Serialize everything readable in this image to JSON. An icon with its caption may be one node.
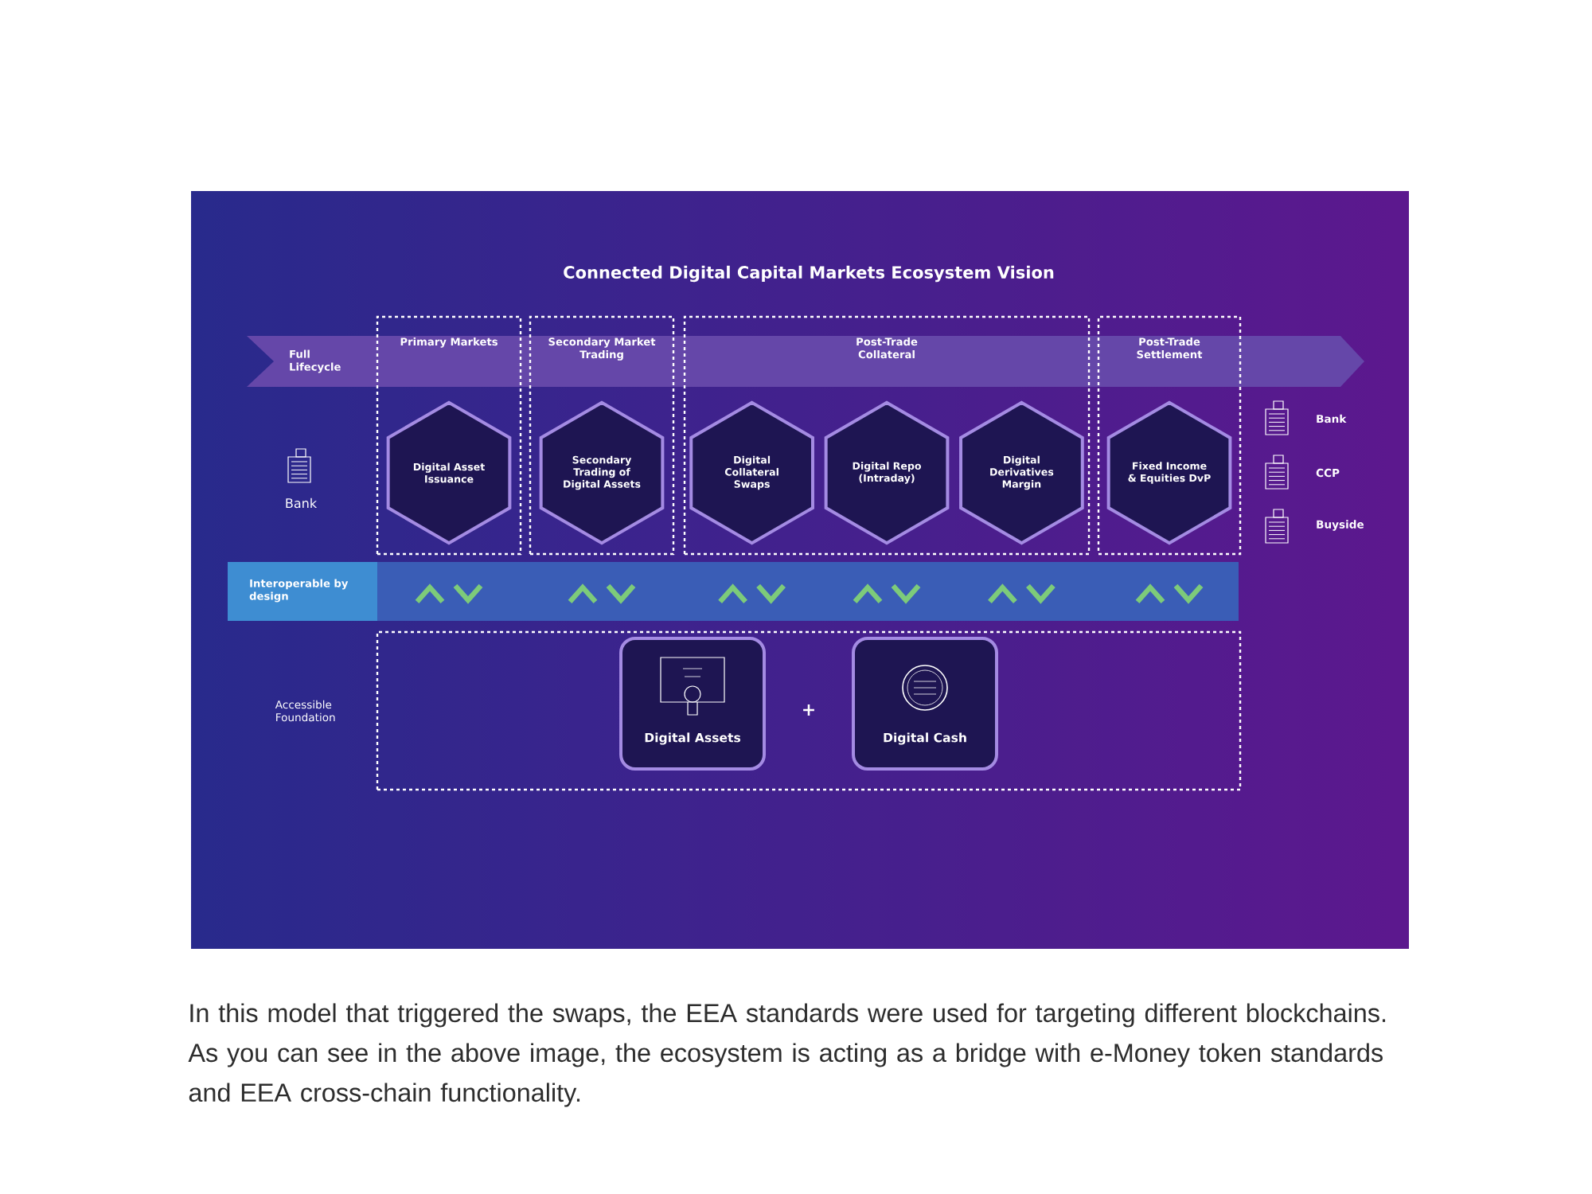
{
  "diagram": {
    "title": "Connected Digital Capital Markets Ecosystem Vision",
    "nodes": [
      {
        "text": [
          "Primary Markets"
        ]
      },
      {
        "text": [
          "Digital Asset Issuance"
        ],
        "in": 0
      },
      {
        "text": [
          "Secondary Market Trading"
        ]
      },
      {
        "text": [
          "Secondary Trading of Digital Assets"
        ],
        "in": 2
      },
      {
        "text": [
          "Post-Trade Collateral"
        ]
      },
      {
        "text": [
          "Digital Collateral Swaps"
        ],
        "in": 4
      },
      {
        "text": [
          "Digital Repo (Intraday)"
        ],
        "in": 4
      },
      {
        "text": [
          "Digital Derivatives Margin"
        ],
        "in": 4
      },
      {
        "text": [
          "Post-Trade Settlement"
        ]
      },
      {
        "text": [
          "Fixed Income & Equities DvP"
        ],
        "in": 8
      },
      {
        "text": [
          "Interoperable by design"
        ]
      },
      {
        "text": [
          "Accessible Foundation"
        ]
      },
      {
        "text": [
          "Digital Assets"
        ],
        "in": 11
      },
      {
        "text": [
          "Digital Cash"
        ],
        "in": 11
      }
    ],
    "labels": [
      "Full Lifecycle",
      "Bank",
      "Bank",
      "CCP",
      "Buyside",
      "+"
    ],
    "caption": "In this model that triggered the swaps, the EEA standards were used for targeting different blockchains. As you can see in the above image, the ecosystem is acting as a bridge with e-Money token standards and EEA cross-chain functionality."
  }
}
